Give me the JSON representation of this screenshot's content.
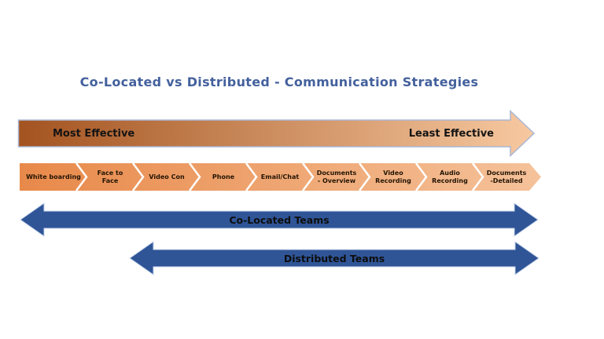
{
  "title": "Co-Located vs Distributed - Communication Strategies",
  "effectiveness_scale": {
    "left_label": "Most Effective",
    "right_label": "Least Effective",
    "gradient_start": "#A3531F",
    "gradient_end": "#F7C9A1"
  },
  "strategies": [
    {
      "line1": "White boarding",
      "line2": ""
    },
    {
      "line1": "Face to",
      "line2": "Face"
    },
    {
      "line1": "Video Con",
      "line2": ""
    },
    {
      "line1": "Phone",
      "line2": ""
    },
    {
      "line1": "Email/Chat",
      "line2": ""
    },
    {
      "line1": "Documents",
      "line2": "- Overview"
    },
    {
      "line1": "Video",
      "line2": "Recording"
    },
    {
      "line1": "Audio",
      "line2": "Recording"
    },
    {
      "line1": "Documents",
      "line2": "-Detailed"
    }
  ],
  "strategy_strip": {
    "gradient_start": "#E8894A",
    "gradient_end": "#F5C29A"
  },
  "teams": {
    "colocated_label": "Co-Located Teams",
    "distributed_label": "Distributed Teams",
    "arrow_color": "#2F5597"
  },
  "colors": {
    "title_text": "#44619D",
    "scale_label_text": "#141414",
    "strategy_label_text": "#241505"
  }
}
